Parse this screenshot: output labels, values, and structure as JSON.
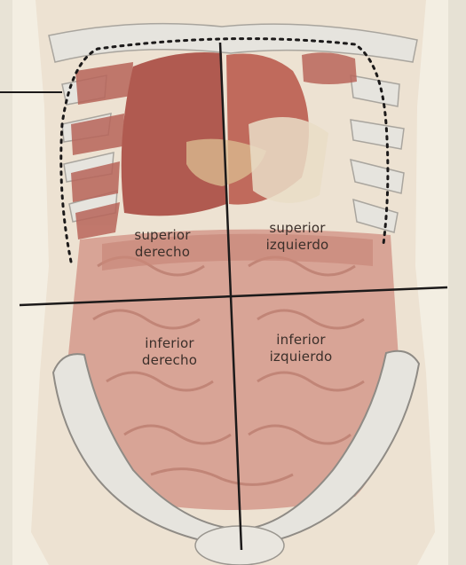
{
  "colors": {
    "paper": "#f2ecdf",
    "skin": "#eadfd0",
    "bone": "#e4e2dc",
    "bone_outline": "#9c9892",
    "muscle": "#b8655a",
    "organ_dark": "#a6473f",
    "intestine": "#cf9a8b",
    "line": "#1c1a1a",
    "text": "#3b2f2a"
  },
  "quadrants": [
    {
      "id": "upper-right",
      "line1": "superior",
      "line2": "derecho"
    },
    {
      "id": "upper-left",
      "line1": "superior",
      "line2": "izquierdo"
    },
    {
      "id": "lower-right",
      "line1": "inferior",
      "line2": "derecho"
    },
    {
      "id": "lower-left",
      "line1": "inferior",
      "line2": "izquierdo"
    }
  ]
}
